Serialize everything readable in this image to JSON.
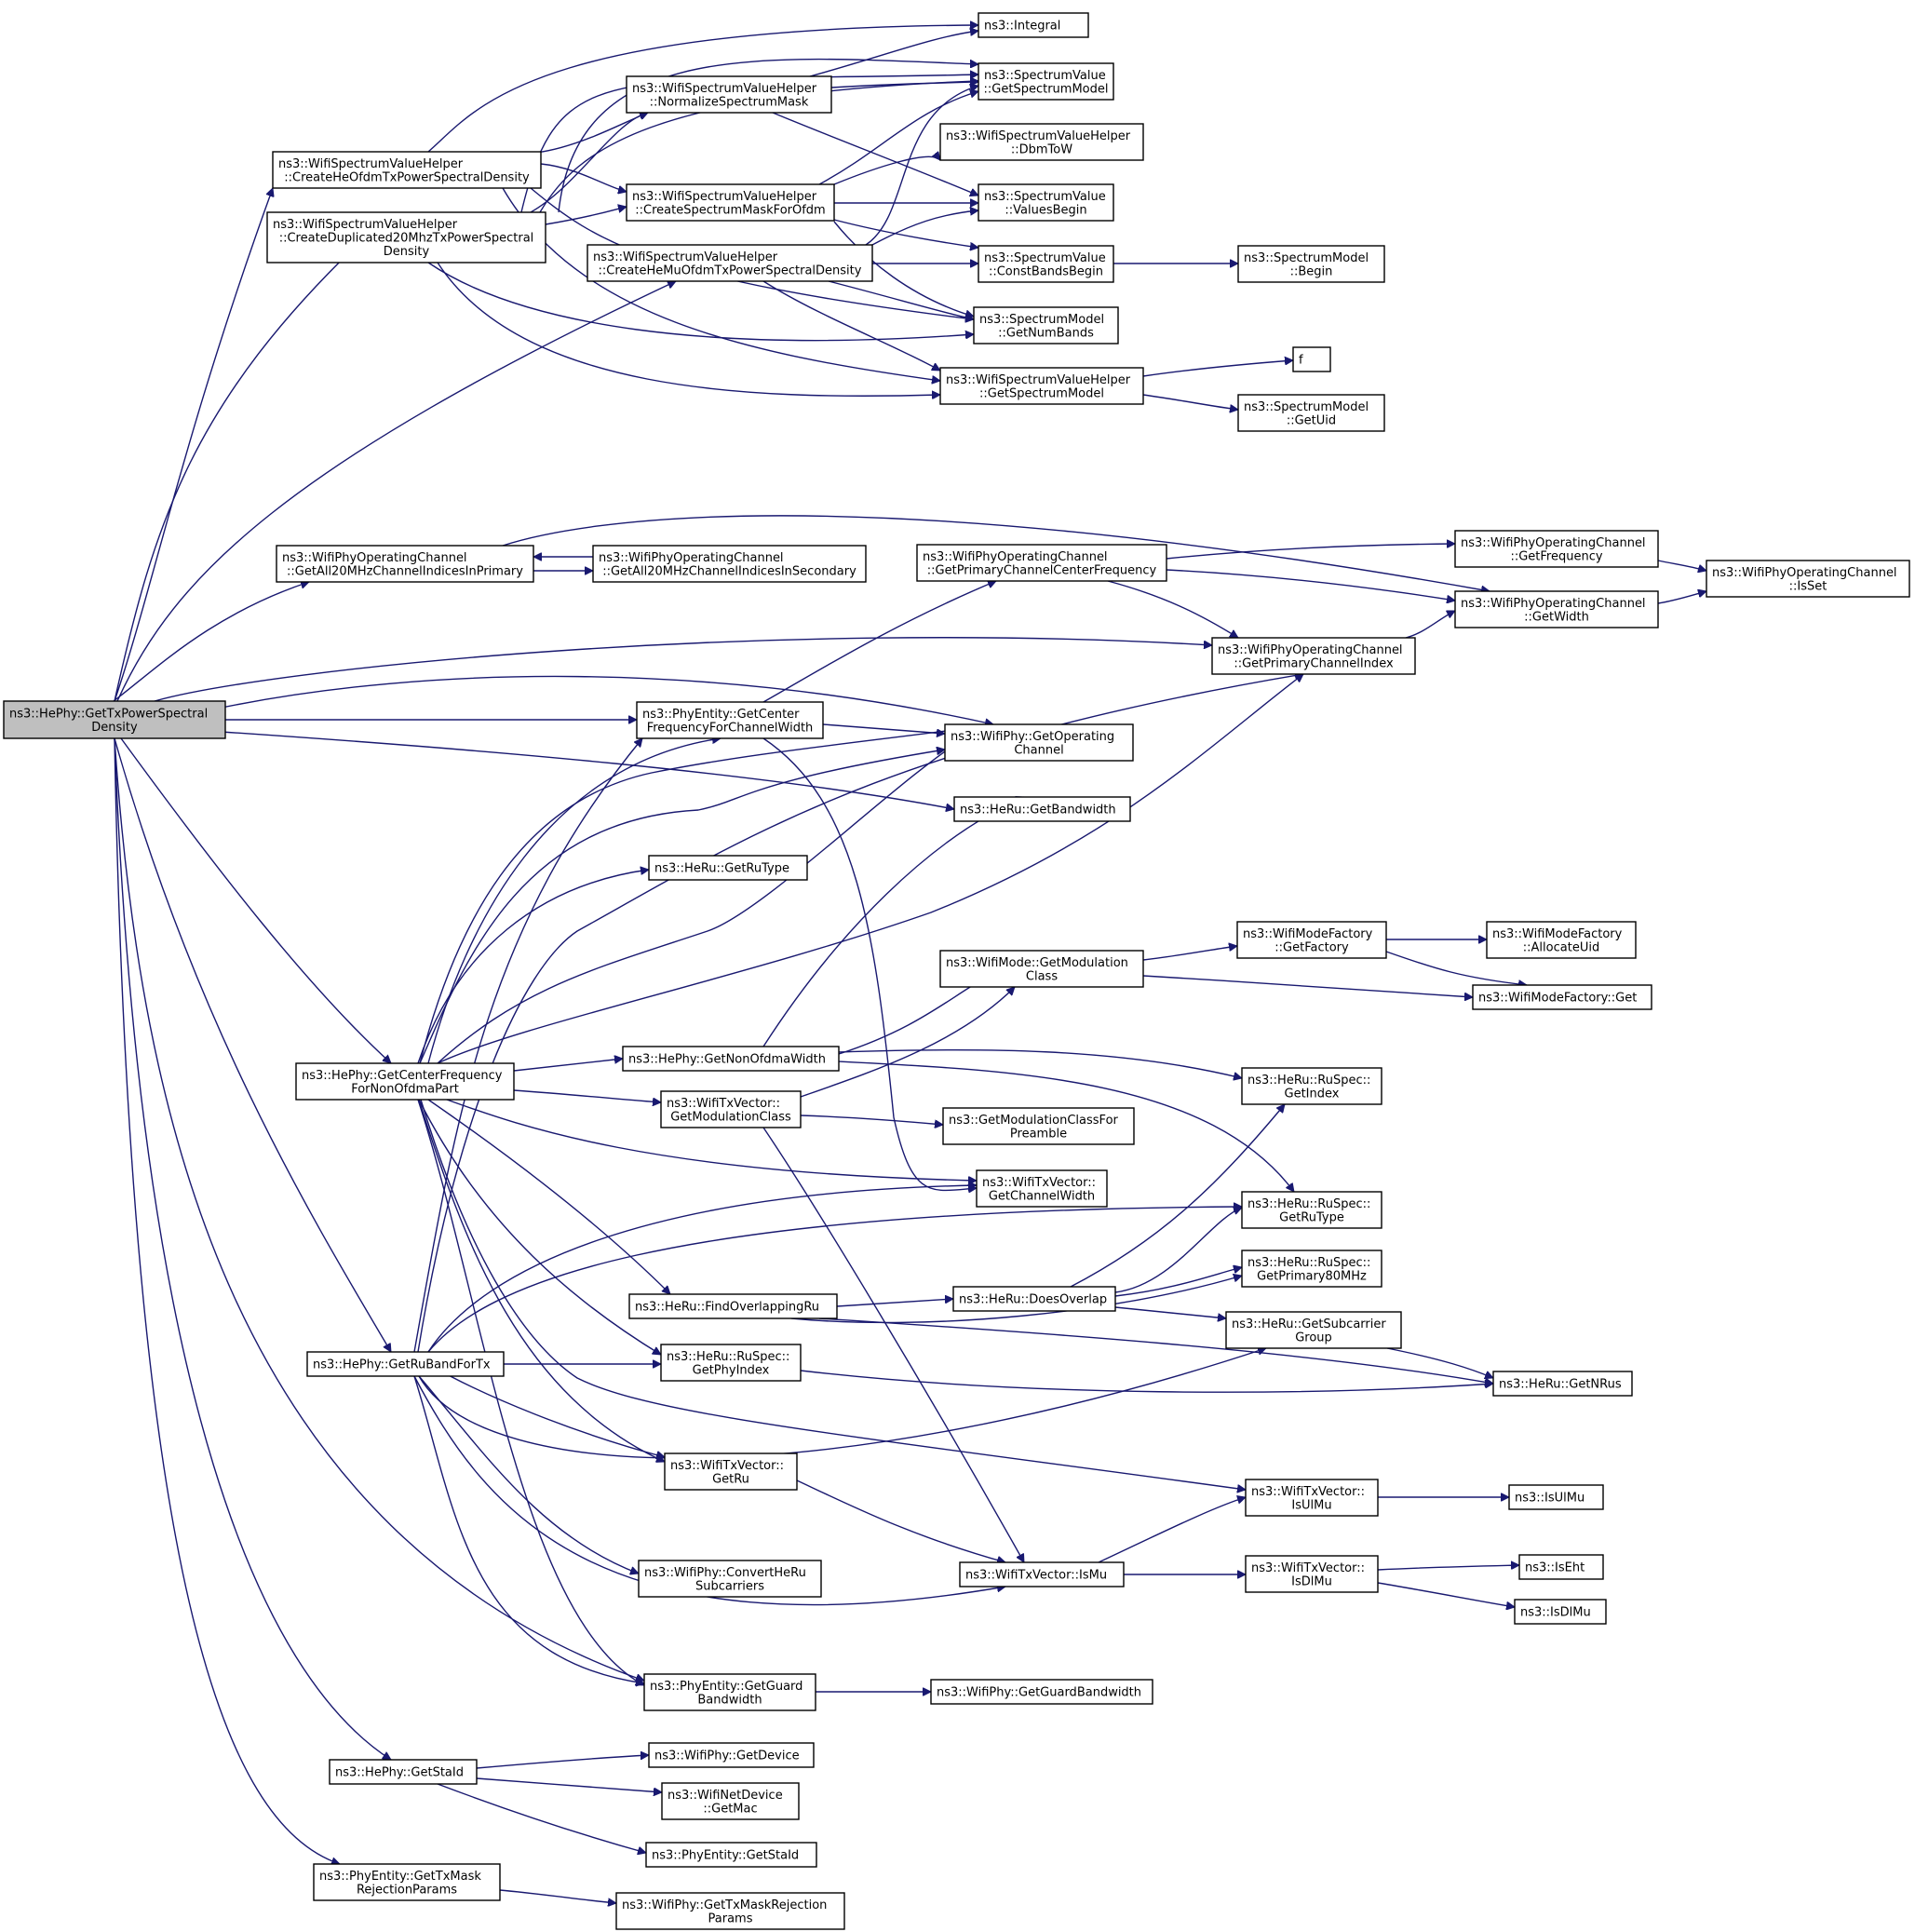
{
  "colors": {
    "edge": "#191970",
    "node_border": "#000000",
    "root_fill": "#bfbfbf",
    "node_fill": "#ffffff"
  },
  "nodes": {
    "root": [
      "ns3::HePhy::GetTxPowerSpectral",
      "Density"
    ],
    "createHeOfdm": [
      "ns3::WifiSpectrumValueHelper",
      "::CreateHeOfdmTxPowerSpectralDensity"
    ],
    "createDup": [
      "ns3::WifiSpectrumValueHelper",
      "::CreateDuplicated20MhzTxPowerSpectral",
      "Density"
    ],
    "createHeMu": [
      "ns3::WifiSpectrumValueHelper",
      "::CreateHeMuOfdmTxPowerSpectralDensity"
    ],
    "normalize": [
      "ns3::WifiSpectrumValueHelper",
      "::NormalizeSpectrumMask"
    ],
    "createMask": [
      "ns3::WifiSpectrumValueHelper",
      "::CreateSpectrumMaskForOfdm"
    ],
    "integral": [
      "ns3::Integral"
    ],
    "svGetModel": [
      "ns3::SpectrumValue",
      "::GetSpectrumModel"
    ],
    "dbmToW": [
      "ns3::WifiSpectrumValueHelper",
      "::DbmToW"
    ],
    "valuesBegin": [
      "ns3::SpectrumValue",
      "::ValuesBegin"
    ],
    "constBands": [
      "ns3::SpectrumValue",
      "::ConstBandsBegin"
    ],
    "smBegin": [
      "ns3::SpectrumModel",
      "::Begin"
    ],
    "getNumBands": [
      "ns3::SpectrumModel",
      "::GetNumBands"
    ],
    "wsvhGetModel": [
      "ns3::WifiSpectrumValueHelper",
      "::GetSpectrumModel"
    ],
    "f": [
      "f"
    ],
    "getUid": [
      "ns3::SpectrumModel",
      "::GetUid"
    ],
    "all20Prim": [
      "ns3::WifiPhyOperatingChannel",
      "::GetAll20MHzChannelIndicesInPrimary"
    ],
    "all20Sec": [
      "ns3::WifiPhyOperatingChannel",
      "::GetAll20MHzChannelIndicesInSecondary"
    ],
    "primCenter": [
      "ns3::WifiPhyOperatingChannel",
      "::GetPrimaryChannelCenterFrequency"
    ],
    "getFrequency": [
      "ns3::WifiPhyOperatingChannel",
      "::GetFrequency"
    ],
    "isSet": [
      "ns3::WifiPhyOperatingChannel",
      "::IsSet"
    ],
    "getWidth": [
      "ns3::WifiPhyOperatingChannel",
      "::GetWidth"
    ],
    "primIndex": [
      "ns3::WifiPhyOperatingChannel",
      "::GetPrimaryChannelIndex"
    ],
    "peCenter": [
      "ns3::PhyEntity::GetCenter",
      "FrequencyForChannelWidth"
    ],
    "getOpChannel": [
      "ns3::WifiPhy::GetOperating",
      "Channel"
    ],
    "heRuBw": [
      "ns3::HeRu::GetBandwidth"
    ],
    "heRuType": [
      "ns3::HeRu::GetRuType"
    ],
    "modeGetMod": [
      "ns3::WifiMode::GetModulation",
      "Class"
    ],
    "getFactory": [
      "ns3::WifiModeFactory",
      "::GetFactory"
    ],
    "allocUid": [
      "ns3::WifiModeFactory",
      "::AllocateUid"
    ],
    "factoryGet": [
      "ns3::WifiModeFactory::Get"
    ],
    "centerNonOfdma": [
      "ns3::HePhy::GetCenterFrequency",
      "ForNonOfdmaPart"
    ],
    "nonOfdmaWidth": [
      "ns3::HePhy::GetNonOfdmaWidth"
    ],
    "ruSpecIndex": [
      "ns3::HeRu::RuSpec::",
      "GetIndex"
    ],
    "txvModClass": [
      "ns3::WifiTxVector::",
      "GetModulationClass"
    ],
    "modClassPre": [
      "ns3::GetModulationClassFor",
      "Preamble"
    ],
    "txvChWidth": [
      "ns3::WifiTxVector::",
      "GetChannelWidth"
    ],
    "ruSpecType": [
      "ns3::HeRu::RuSpec::",
      "GetRuType"
    ],
    "findOverlap": [
      "ns3::HeRu::FindOverlappingRu"
    ],
    "doesOverlap": [
      "ns3::HeRu::DoesOverlap"
    ],
    "primary80": [
      "ns3::HeRu::RuSpec::",
      "GetPrimary80MHz"
    ],
    "subcarrierGroup": [
      "ns3::HeRu::GetSubcarrier",
      "Group"
    ],
    "ruBand": [
      "ns3::HePhy::GetRuBandForTx"
    ],
    "phyIndex": [
      "ns3::HeRu::RuSpec::",
      "GetPhyIndex"
    ],
    "getNRus": [
      "ns3::HeRu::GetNRus"
    ],
    "txvGetRu": [
      "ns3::WifiTxVector::",
      "GetRu"
    ],
    "txvIsUlMu": [
      "ns3::WifiTxVector::",
      "IsUlMu"
    ],
    "isUlMu": [
      "ns3::IsUlMu"
    ],
    "txvIsMu": [
      "ns3::WifiTxVector::IsMu"
    ],
    "txvIsDlMu": [
      "ns3::WifiTxVector::",
      "IsDlMu"
    ],
    "isEht": [
      "ns3::IsEht"
    ],
    "isDlMu": [
      "ns3::IsDlMu"
    ],
    "convertHeRu": [
      "ns3::WifiPhy::ConvertHeRu",
      "Subcarriers"
    ],
    "peGuard": [
      "ns3::PhyEntity::GetGuard",
      "Bandwidth"
    ],
    "phyGuard": [
      "ns3::WifiPhy::GetGuardBandwidth"
    ],
    "getStaId": [
      "ns3::HePhy::GetStaId"
    ],
    "getDevice": [
      "ns3::WifiPhy::GetDevice"
    ],
    "getMac": [
      "ns3::WifiNetDevice",
      "::GetMac"
    ],
    "peStaId": [
      "ns3::PhyEntity::GetStaId"
    ],
    "peMask": [
      "ns3::PhyEntity::GetTxMask",
      "RejectionParams"
    ],
    "phyMask": [
      "ns3::WifiPhy::GetTxMaskRejection",
      "Params"
    ]
  }
}
